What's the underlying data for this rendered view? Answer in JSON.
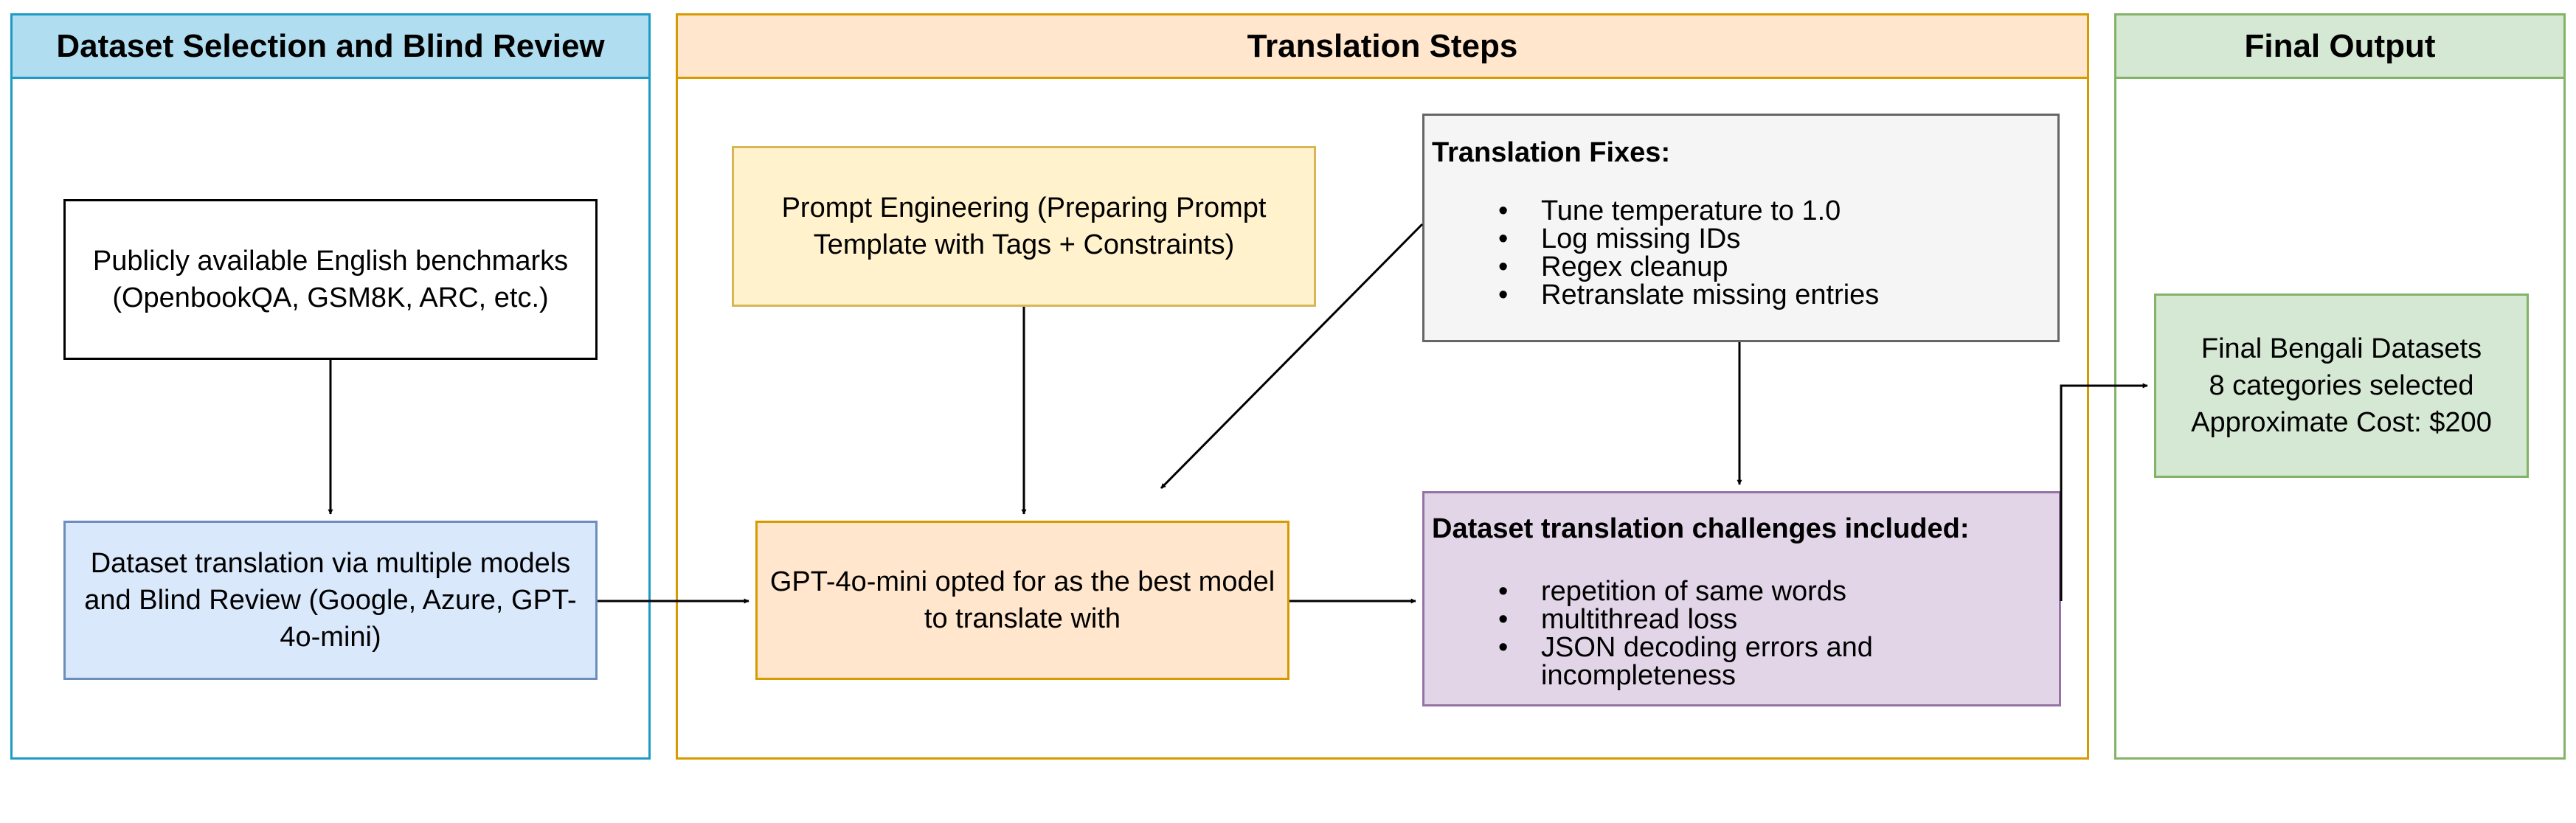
{
  "lanes": {
    "dataset": {
      "title": "Dataset Selection and Blind Review",
      "color": "#1d9bc5",
      "fill": "#b1ddf0"
    },
    "steps": {
      "title": "Translation Steps",
      "color": "#d79b00",
      "fill": "#ffe6cc"
    },
    "output": {
      "title": "Final Output",
      "color": "#82b366",
      "fill": "#d5e8d4"
    }
  },
  "nodes": {
    "benchmarks": "Publicly available English benchmarks (OpenbookQA, GSM8K, ARC, etc.)",
    "translation_review": "Dataset translation via multiple models and Blind Review (Google, Azure, GPT-4o-mini)",
    "prompt_engineering": "Prompt Engineering (Preparing Prompt Template with Tags + Constraints)",
    "gpt_choice": "GPT-4o-mini opted for as the best model to translate with",
    "translation_fixes": {
      "title": "Translation Fixes:",
      "items": [
        "Tune temperature to 1.0",
        "Log missing IDs",
        "Regex cleanup",
        "Retranslate missing entries"
      ]
    },
    "challenges": {
      "title": "Dataset translation challenges included:",
      "items": [
        "repetition of same words",
        "multithread loss",
        "JSON decoding errors and incompleteness"
      ]
    },
    "final_output": {
      "line1": "Final Bengali Datasets",
      "line2": "8 categories selected",
      "line3": "Approximate Cost: $200"
    }
  },
  "edges": [
    {
      "from": "benchmarks",
      "to": "translation_review"
    },
    {
      "from": "translation_review",
      "to": "gpt_choice"
    },
    {
      "from": "prompt_engineering",
      "to": "gpt_choice"
    },
    {
      "from": "translation_fixes",
      "to": "gpt_choice"
    },
    {
      "from": "translation_fixes",
      "to": "challenges"
    },
    {
      "from": "gpt_choice",
      "to": "challenges"
    },
    {
      "from": "challenges",
      "to": "final_output"
    }
  ]
}
